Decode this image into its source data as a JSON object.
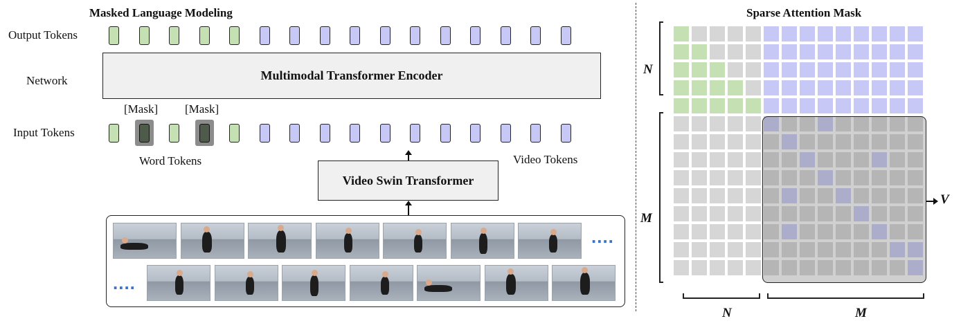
{
  "left_title": "Masked Language Modeling",
  "right_title": "Sparse Attention Mask",
  "row_labels": {
    "output": "Output Tokens",
    "network": "Network",
    "input": "Input Tokens"
  },
  "encoder_label": "Multimodal Transformer Encoder",
  "mask_labels": [
    "[Mask]",
    "[Mask]"
  ],
  "word_tokens_label": "Word Tokens",
  "video_tokens_label": "Video Tokens",
  "video_encoder_label": "Video Swin Transformer",
  "ellipsis": "....",
  "matrix_labels": {
    "n_side": "N",
    "m_side": "M",
    "n_bottom": "N",
    "m_bottom": "M",
    "v": "V"
  },
  "tokens": {
    "output": [
      "word",
      "word",
      "word",
      "word",
      "word",
      "vid",
      "vid",
      "vid",
      "vid",
      "vid",
      "vid",
      "vid",
      "vid",
      "vid",
      "vid",
      "vid"
    ],
    "input": [
      "word",
      "mask",
      "word",
      "mask",
      "word",
      "vid",
      "vid",
      "vid",
      "vid",
      "vid",
      "vid",
      "vid",
      "vid",
      "vid",
      "vid",
      "vid"
    ]
  },
  "attention_mask": {
    "n_size": 5,
    "m_size": 9,
    "video_highlights": [
      [
        0,
        0
      ],
      [
        0,
        3
      ],
      [
        1,
        1
      ],
      [
        2,
        2
      ],
      [
        2,
        6
      ],
      [
        3,
        3
      ],
      [
        4,
        1
      ],
      [
        4,
        4
      ],
      [
        5,
        5
      ],
      [
        6,
        1
      ],
      [
        6,
        6
      ],
      [
        7,
        7
      ],
      [
        7,
        8
      ],
      [
        8,
        8
      ]
    ]
  },
  "colors": {
    "word": "#c5e0b3",
    "video": "#c8c8f7",
    "masked_word": "#4e5a4a",
    "blocked": "#d6d6d6",
    "dots": "#3a73c9"
  },
  "frame_row_counts": [
    7,
    7
  ]
}
